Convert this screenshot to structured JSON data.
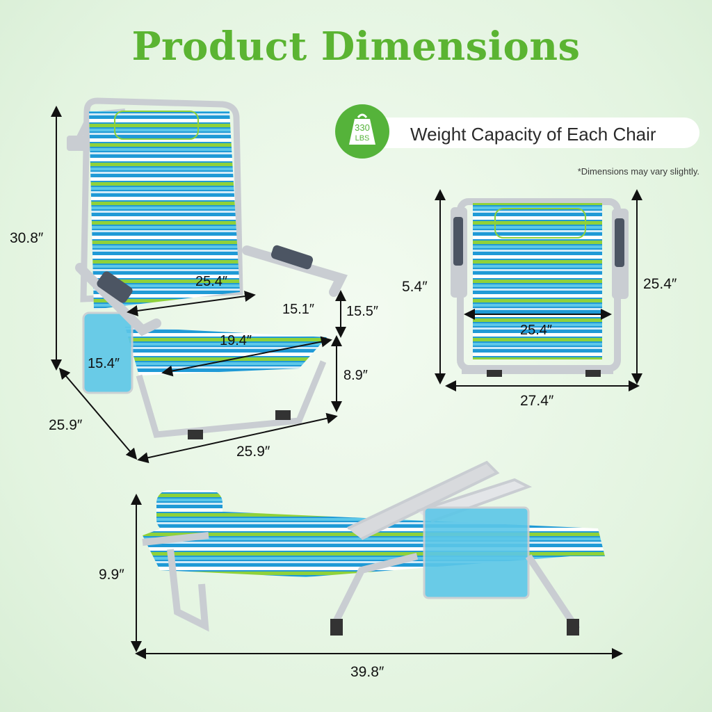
{
  "title": "Product Dimensions",
  "weight": {
    "value": "330",
    "unit": "LBS",
    "label": "Weight Capacity of Each Chair"
  },
  "note": "*Dimensions may vary slightly.",
  "chair1": {
    "height": "30.8″",
    "seat_width": "25.4″",
    "arm_height": "15.1″",
    "arm_to_seat": "15.5″",
    "seat_depth": "19.4″",
    "pocket": "15.4″",
    "seat_height": "8.9″",
    "depth": "25.9″",
    "width": "25.9″"
  },
  "chair2": {
    "depth_folded": "5.4″",
    "width_inner": "25.4″",
    "height": "25.4″",
    "width": "27.4″"
  },
  "chair3": {
    "height": "9.9″",
    "length": "39.8″"
  },
  "colors": {
    "title": "#5bb432",
    "badge": "#55b33a",
    "stripe_blue": "#1f9ad6",
    "stripe_light": "#5cc7e8",
    "stripe_green": "#8fd13a",
    "frame": "#c9cdd2"
  }
}
